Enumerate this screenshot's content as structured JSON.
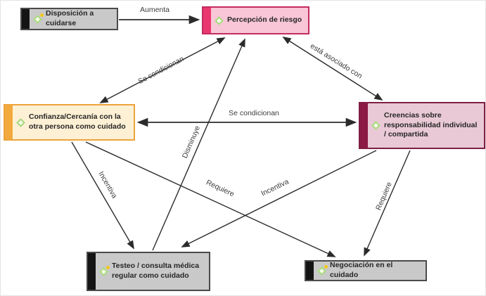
{
  "colors": {
    "background": "#ffffff",
    "line": "#2b2b2b",
    "node_text": "#262626",
    "edge_label_text": "#3c3c3c",
    "gray_node": {
      "fill": "#c9c9c9",
      "bar": "#141414",
      "border": "#4a4a4a"
    },
    "pink_node": {
      "fill": "#f8c6d7",
      "bar": "#e9386f",
      "border": "#c22c5e"
    },
    "cream_node": {
      "fill": "#fdf0d5",
      "bar": "#f2a93d",
      "border": "#eda43c"
    },
    "mauve_node": {
      "fill": "#e9c9d5",
      "bar": "#8c1a45",
      "border": "#7e1f44"
    },
    "diamond_icon": "#a9d87d",
    "diamond_dot": "#f3c71c"
  },
  "diagram": {
    "nodes": [
      {
        "id": "disposicion-a-cuidarse",
        "label": "Disposición a cuidarse",
        "icon": "diamond-icon",
        "has_yellow_dot": true,
        "theme": "gray"
      },
      {
        "id": "percepcion-de-riesgo",
        "label": "Percepción de riesgo",
        "icon": "diamond-icon",
        "has_yellow_dot": false,
        "theme": "pink"
      },
      {
        "id": "confianza-cercania",
        "label": "Confianza/Cercanía con la otra persona como cuidado",
        "icon": "diamond-icon",
        "has_yellow_dot": false,
        "theme": "cream"
      },
      {
        "id": "creencias-responsabilidad",
        "label": "Creencias sobre responsabilidad individual / compartida",
        "icon": "diamond-icon",
        "has_yellow_dot": false,
        "theme": "mauve"
      },
      {
        "id": "testeo-consulta-medica",
        "label": "Testeo / consulta médica regular como cuidado",
        "icon": "diamond-icon",
        "has_yellow_dot": true,
        "theme": "gray"
      },
      {
        "id": "negociacion-en-el-cuidado",
        "label": "Negociación en el cuidado",
        "icon": "diamond-icon",
        "has_yellow_dot": true,
        "theme": "gray"
      }
    ],
    "edges": [
      {
        "label": "Aumenta",
        "from": "disposicion-a-cuidarse",
        "to": "percepcion-de-riesgo",
        "arrows": "end"
      },
      {
        "label": "Se condicionan",
        "from": "confianza-cercania",
        "to": "percepcion-de-riesgo",
        "arrows": "both"
      },
      {
        "label": "está asociado con",
        "from": "percepcion-de-riesgo",
        "to": "creencias-responsabilidad",
        "arrows": "both"
      },
      {
        "label": "Se condicionan",
        "from": "confianza-cercania",
        "to": "creencias-responsabilidad",
        "arrows": "both"
      },
      {
        "label": "Disminuye",
        "from": "testeo-consulta-medica",
        "to": "percepcion-de-riesgo",
        "arrows": "end"
      },
      {
        "label": "Incentiva",
        "from": "confianza-cercania",
        "to": "testeo-consulta-medica",
        "arrows": "end"
      },
      {
        "label": "Requiere",
        "from": "confianza-cercania",
        "to": "negociacion-en-el-cuidado",
        "arrows": "end"
      },
      {
        "label": "Incentiva",
        "from": "creencias-responsabilidad",
        "to": "testeo-consulta-medica",
        "arrows": "end"
      },
      {
        "label": "Requiere",
        "from": "creencias-responsabilidad",
        "to": "negociacion-en-el-cuidado",
        "arrows": "end"
      }
    ]
  }
}
